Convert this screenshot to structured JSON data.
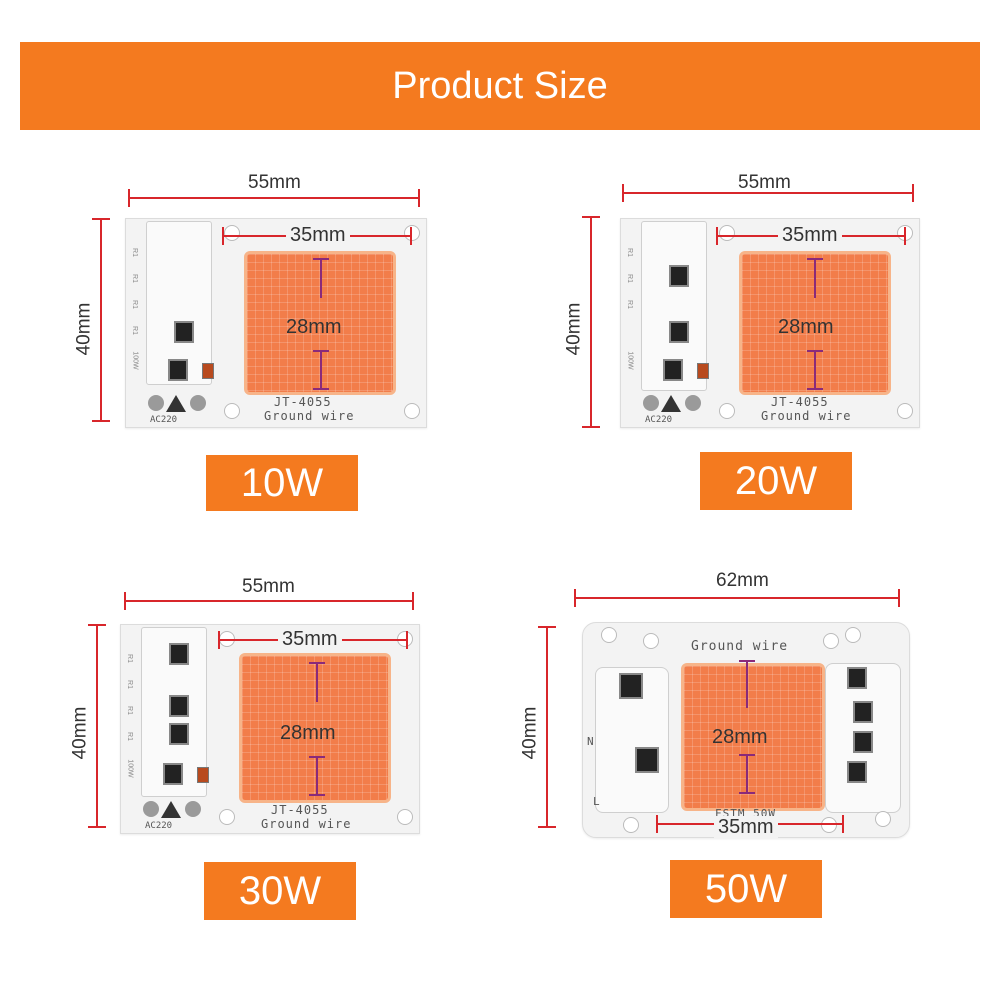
{
  "header": {
    "title": "Product Size"
  },
  "products": [
    {
      "wattage": "10W",
      "width": "55mm",
      "height": "40mm",
      "led_width": "35mm",
      "led_height": "28mm",
      "model": "JT-4055",
      "ground": "Ground wire",
      "ac": "AC220",
      "res": "100W",
      "r_mark": "R1"
    },
    {
      "wattage": "20W",
      "width": "55mm",
      "height": "40mm",
      "led_width": "35mm",
      "led_height": "28mm",
      "model": "JT-4055",
      "ground": "Ground wire",
      "ac": "AC220",
      "res": "100W",
      "r_mark": "R1"
    },
    {
      "wattage": "30W",
      "width": "55mm",
      "height": "40mm",
      "led_width": "35mm",
      "led_height": "28mm",
      "model": "JT-4055",
      "ground": "Ground wire",
      "ac": "AC220",
      "res": "100W",
      "r_mark": "R1"
    },
    {
      "wattage": "50W",
      "width": "62mm",
      "height": "40mm",
      "led_width": "35mm",
      "led_height": "28mm",
      "model": "FSTM 50W",
      "ground": "Ground wire",
      "n_label": "N",
      "l_label": "L"
    }
  ],
  "colors": {
    "accent": "#f47a1f",
    "dimension_line": "#d8262b",
    "led": "#f27d4a",
    "led_dim_line": "#8a2a7a"
  }
}
